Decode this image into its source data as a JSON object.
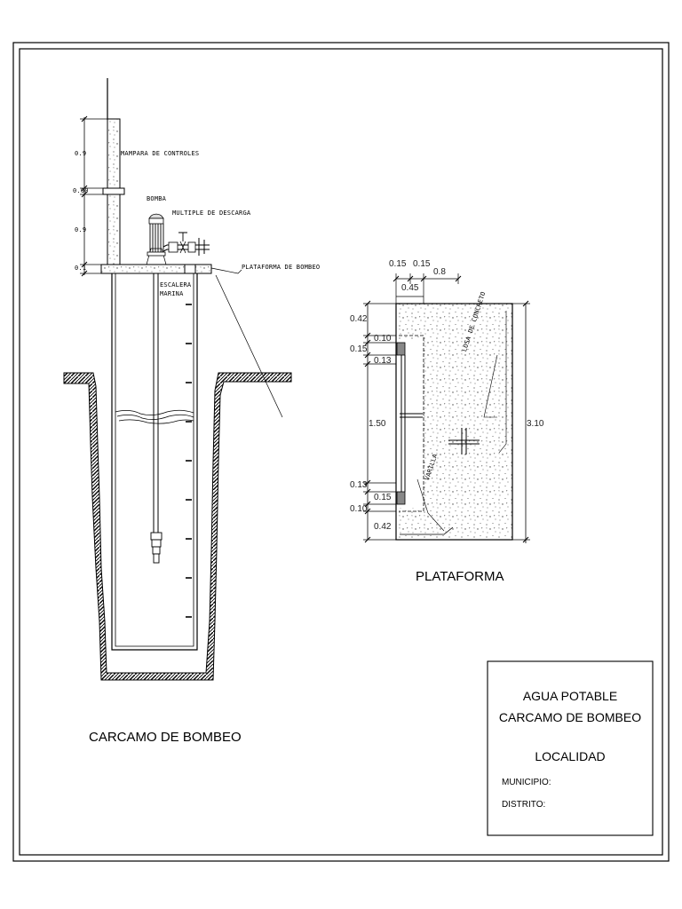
{
  "drawing": {
    "left_title": "CARCAMO DE BOMBEO",
    "right_title": "PLATAFORMA",
    "callouts": {
      "mampara": "MAMPARA DE CONTROLES",
      "bomba": "BOMBA",
      "multiple": "MULTIPLE DE DESCARGA",
      "plataforma": "PLATAFORMA DE BOMBEO",
      "escalera_1": "ESCALERA",
      "escalera_2": "MARINA"
    },
    "left_dims": [
      "0.9",
      "0.60",
      "0.9",
      "0.1"
    ],
    "plan_top_dims": [
      "0.15",
      "0.15",
      "0.8",
      "0.45"
    ],
    "plan_left_dims": [
      "0.42",
      "0.10",
      "0.15",
      "0.13",
      "1.50",
      "0.13",
      "0.15",
      "0.10",
      "0.42"
    ],
    "plan_right_dim": "3.10",
    "plan_labels": {
      "losa": "LOSA DE CONCRETO",
      "varilla": "VARILLA"
    }
  },
  "title_block": {
    "line1": "AGUA POTABLE",
    "line2": "CARCAMO DE BOMBEO",
    "line3": "LOCALIDAD",
    "municipio": "MUNICIPIO:",
    "distrito": "DISTRITO:"
  }
}
